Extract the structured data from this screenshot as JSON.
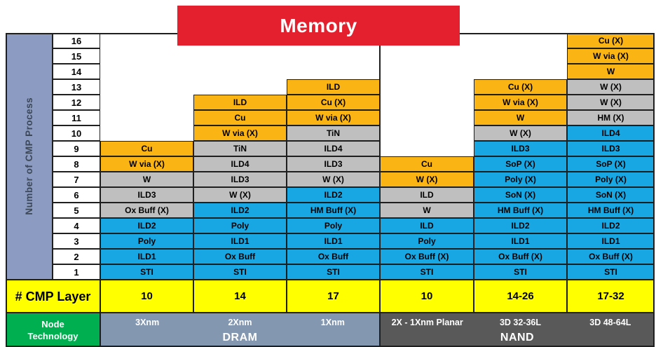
{
  "title": "Memory",
  "colors": {
    "red": "#E4202F",
    "orange": "#FAB414",
    "gray": "#BFBFBF",
    "blue": "#19A7E3",
    "yellow": "#FFFF00",
    "green": "#00B050",
    "sidebar": "#8C9BC1",
    "dram_band": "#8497B0",
    "nand_band": "#595959"
  },
  "y_axis": {
    "label": "Number of CMP Process",
    "rows": [
      16,
      15,
      14,
      13,
      12,
      11,
      10,
      9,
      8,
      7,
      6,
      5,
      4,
      3,
      2,
      1
    ]
  },
  "cmp_layer_row": {
    "label": "# CMP Layer"
  },
  "node_row": {
    "line1": "Node",
    "line2": "Technology"
  },
  "groups": [
    {
      "name": "DRAM"
    },
    {
      "name": "NAND"
    }
  ],
  "columns": [
    {
      "node": "3Xnm",
      "group": "DRAM",
      "cmp_layers": "10",
      "cells": [
        {
          "row": 9,
          "label": "Cu",
          "color": "orange"
        },
        {
          "row": 8,
          "label": "W via (X)",
          "color": "orange"
        },
        {
          "row": 7,
          "label": "W",
          "color": "gray"
        },
        {
          "row": 6,
          "label": "ILD3",
          "color": "gray"
        },
        {
          "row": 5,
          "label": "Ox Buff (X)",
          "color": "gray"
        },
        {
          "row": 4,
          "label": "ILD2",
          "color": "blue"
        },
        {
          "row": 3,
          "label": "Poly",
          "color": "blue"
        },
        {
          "row": 2,
          "label": "ILD1",
          "color": "blue"
        },
        {
          "row": 1,
          "label": "STI",
          "color": "blue"
        }
      ]
    },
    {
      "node": "2Xnm",
      "group": "DRAM",
      "cmp_layers": "14",
      "cells": [
        {
          "row": 12,
          "label": "ILD",
          "color": "orange"
        },
        {
          "row": 11,
          "label": "Cu",
          "color": "orange"
        },
        {
          "row": 10,
          "label": "W via (X)",
          "color": "orange"
        },
        {
          "row": 9,
          "label": "TiN",
          "color": "gray"
        },
        {
          "row": 8,
          "label": "ILD4",
          "color": "gray"
        },
        {
          "row": 7,
          "label": "ILD3",
          "color": "gray"
        },
        {
          "row": 6,
          "label": "W (X)",
          "color": "gray"
        },
        {
          "row": 5,
          "label": "ILD2",
          "color": "blue"
        },
        {
          "row": 4,
          "label": "Poly",
          "color": "blue"
        },
        {
          "row": 3,
          "label": "ILD1",
          "color": "blue"
        },
        {
          "row": 2,
          "label": "Ox Buff",
          "color": "blue"
        },
        {
          "row": 1,
          "label": "STI",
          "color": "blue"
        }
      ]
    },
    {
      "node": "1Xnm",
      "group": "DRAM",
      "cmp_layers": "17",
      "cells": [
        {
          "row": 13,
          "label": "ILD",
          "color": "orange"
        },
        {
          "row": 12,
          "label": "Cu (X)",
          "color": "orange"
        },
        {
          "row": 11,
          "label": "W via (X)",
          "color": "orange"
        },
        {
          "row": 10,
          "label": "TiN",
          "color": "gray"
        },
        {
          "row": 9,
          "label": "ILD4",
          "color": "gray"
        },
        {
          "row": 8,
          "label": "ILD3",
          "color": "gray"
        },
        {
          "row": 7,
          "label": "W (X)",
          "color": "gray"
        },
        {
          "row": 6,
          "label": "ILD2",
          "color": "blue"
        },
        {
          "row": 5,
          "label": "HM Buff (X)",
          "color": "blue"
        },
        {
          "row": 4,
          "label": "Poly",
          "color": "blue"
        },
        {
          "row": 3,
          "label": "ILD1",
          "color": "blue"
        },
        {
          "row": 2,
          "label": "Ox Buff",
          "color": "blue"
        },
        {
          "row": 1,
          "label": "STI",
          "color": "blue"
        }
      ]
    },
    {
      "node": "2X - 1Xnm Planar",
      "group": "NAND",
      "cmp_layers": "10",
      "cells": [
        {
          "row": 8,
          "label": "Cu",
          "color": "orange"
        },
        {
          "row": 7,
          "label": "W (X)",
          "color": "orange"
        },
        {
          "row": 6,
          "label": "ILD",
          "color": "gray"
        },
        {
          "row": 5,
          "label": "W",
          "color": "gray"
        },
        {
          "row": 4,
          "label": "ILD",
          "color": "blue"
        },
        {
          "row": 3,
          "label": "Poly",
          "color": "blue"
        },
        {
          "row": 2,
          "label": "Ox Buff (X)",
          "color": "blue"
        },
        {
          "row": 1,
          "label": "STI",
          "color": "blue"
        }
      ]
    },
    {
      "node": "3D 32-36L",
      "group": "NAND",
      "cmp_layers": "14-26",
      "cells": [
        {
          "row": 13,
          "label": "Cu (X)",
          "color": "orange"
        },
        {
          "row": 12,
          "label": "W via (X)",
          "color": "orange"
        },
        {
          "row": 11,
          "label": "W",
          "color": "orange"
        },
        {
          "row": 10,
          "label": "W (X)",
          "color": "gray"
        },
        {
          "row": 9,
          "label": "ILD3",
          "color": "blue"
        },
        {
          "row": 8,
          "label": "SoP (X)",
          "color": "blue"
        },
        {
          "row": 7,
          "label": "Poly (X)",
          "color": "blue"
        },
        {
          "row": 6,
          "label": "SoN (X)",
          "color": "blue"
        },
        {
          "row": 5,
          "label": "HM Buff (X)",
          "color": "blue"
        },
        {
          "row": 4,
          "label": "ILD2",
          "color": "blue"
        },
        {
          "row": 3,
          "label": "ILD1",
          "color": "blue"
        },
        {
          "row": 2,
          "label": "Ox Buff (X)",
          "color": "blue"
        },
        {
          "row": 1,
          "label": "STI",
          "color": "blue"
        }
      ]
    },
    {
      "node": "3D 48-64L",
      "group": "NAND",
      "cmp_layers": "17-32",
      "cells": [
        {
          "row": 16,
          "label": "Cu (X)",
          "color": "orange"
        },
        {
          "row": 15,
          "label": "W via (X)",
          "color": "orange"
        },
        {
          "row": 14,
          "label": "W",
          "color": "orange"
        },
        {
          "row": 13,
          "label": "W (X)",
          "color": "gray"
        },
        {
          "row": 12,
          "label": "W (X)",
          "color": "gray"
        },
        {
          "row": 11,
          "label": "HM (X)",
          "color": "gray"
        },
        {
          "row": 10,
          "label": "ILD4",
          "color": "blue"
        },
        {
          "row": 9,
          "label": "ILD3",
          "color": "blue"
        },
        {
          "row": 8,
          "label": "SoP (X)",
          "color": "blue"
        },
        {
          "row": 7,
          "label": "Poly (X)",
          "color": "blue"
        },
        {
          "row": 6,
          "label": "SoN (X)",
          "color": "blue"
        },
        {
          "row": 5,
          "label": "HM Buff (X)",
          "color": "blue"
        },
        {
          "row": 4,
          "label": "ILD2",
          "color": "blue"
        },
        {
          "row": 3,
          "label": "ILD1",
          "color": "blue"
        },
        {
          "row": 2,
          "label": "Ox Buff (X)",
          "color": "blue"
        },
        {
          "row": 1,
          "label": "STI",
          "color": "blue"
        }
      ]
    }
  ],
  "chart_data": {
    "type": "table",
    "title": "Memory",
    "row_axis_label": "Number of CMP Process",
    "row_axis_range": [
      1,
      16
    ],
    "categories": [
      "3Xnm",
      "2Xnm",
      "1Xnm",
      "2X - 1Xnm Planar",
      "3D 32-36L",
      "3D 48-64L"
    ],
    "category_groups": [
      "DRAM",
      "DRAM",
      "DRAM",
      "NAND",
      "NAND",
      "NAND"
    ],
    "cmp_layer_counts": [
      "10",
      "14",
      "17",
      "10",
      "14-26",
      "17-32"
    ],
    "stacks_bottom_to_top": {
      "3Xnm": [
        "STI",
        "ILD1",
        "Poly",
        "ILD2",
        "Ox Buff (X)",
        "ILD3",
        "W",
        "W via (X)",
        "Cu"
      ],
      "2Xnm": [
        "STI",
        "Ox Buff",
        "ILD1",
        "Poly",
        "ILD2",
        "W (X)",
        "ILD3",
        "ILD4",
        "TiN",
        "W via (X)",
        "Cu",
        "ILD"
      ],
      "1Xnm": [
        "STI",
        "Ox Buff",
        "ILD1",
        "Poly",
        "HM Buff (X)",
        "ILD2",
        "W (X)",
        "ILD3",
        "ILD4",
        "TiN",
        "W via (X)",
        "Cu (X)",
        "ILD"
      ],
      "2X - 1Xnm Planar": [
        "STI",
        "Ox Buff (X)",
        "Poly",
        "ILD",
        "W",
        "ILD",
        "W (X)",
        "Cu"
      ],
      "3D 32-36L": [
        "STI",
        "Ox Buff (X)",
        "ILD1",
        "ILD2",
        "HM Buff (X)",
        "SoN (X)",
        "Poly (X)",
        "SoP (X)",
        "ILD3",
        "W (X)",
        "W",
        "W via (X)",
        "Cu (X)"
      ],
      "3D 48-64L": [
        "STI",
        "Ox Buff (X)",
        "ILD1",
        "ILD2",
        "HM Buff (X)",
        "SoN (X)",
        "Poly (X)",
        "SoP (X)",
        "ILD3",
        "ILD4",
        "HM (X)",
        "W (X)",
        "W (X)",
        "W",
        "W via (X)",
        "Cu (X)"
      ]
    }
  }
}
